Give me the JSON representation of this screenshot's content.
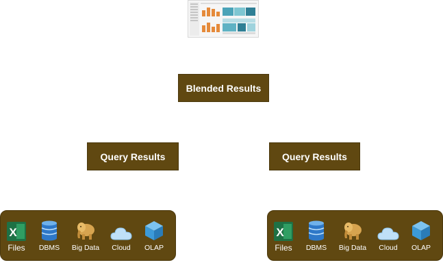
{
  "diagram": {
    "top_node": {
      "label": "Blended Results"
    },
    "query_nodes": [
      {
        "label": "Query Results"
      },
      {
        "label": "Query Results"
      }
    ],
    "source_groups": [
      {
        "sources": [
          {
            "label": "Files",
            "icon": "excel-icon"
          },
          {
            "label": "DBMS",
            "icon": "database-icon"
          },
          {
            "label": "Big Data",
            "icon": "hadoop-elephant-icon"
          },
          {
            "label": "Cloud",
            "icon": "cloud-icon"
          },
          {
            "label": "OLAP",
            "icon": "olap-cube-icon"
          }
        ]
      },
      {
        "sources": [
          {
            "label": "Files",
            "icon": "excel-icon"
          },
          {
            "label": "DBMS",
            "icon": "database-icon"
          },
          {
            "label": "Big Data",
            "icon": "hadoop-elephant-icon"
          },
          {
            "label": "Cloud",
            "icon": "cloud-icon"
          },
          {
            "label": "OLAP",
            "icon": "olap-cube-icon"
          }
        ]
      }
    ]
  },
  "colors": {
    "node_fill": "#604811",
    "node_text": "#ffffff",
    "excel_green": "#1e7145",
    "db_blue": "#2e78c8",
    "elephant_tan": "#d7a44f",
    "cloud_blue": "#bfe0f7",
    "cube_blue": "#3c9ad8"
  }
}
